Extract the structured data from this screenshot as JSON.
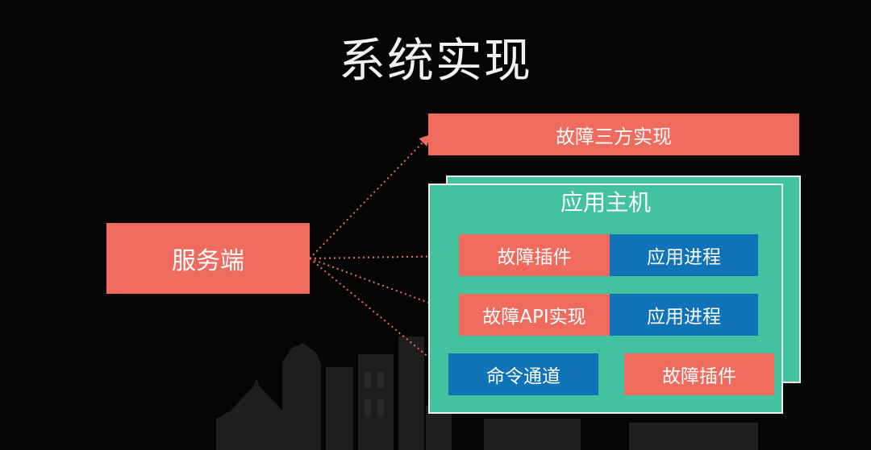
{
  "title": "系统实现",
  "server": "服务端",
  "third_party": "故障三方实现",
  "host": {
    "label": "应用主机",
    "rows": [
      {
        "left": "故障插件",
        "right": "应用进程"
      },
      {
        "left": "故障API实现",
        "right": "应用进程"
      },
      {
        "left": "命令通道",
        "right": "故障插件"
      }
    ]
  },
  "colors": {
    "red_box": "#ee6b5e",
    "blue_box": "#1173b7",
    "green_host": "#43c29f",
    "background": "#050505",
    "connector": "#ee6b5e"
  }
}
